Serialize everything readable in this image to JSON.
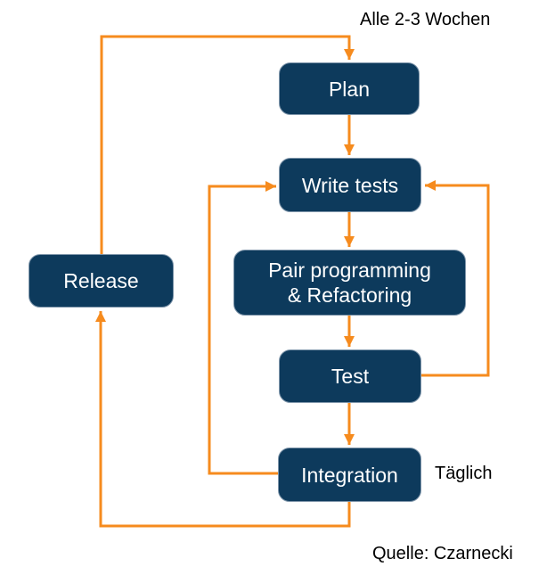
{
  "diagram": {
    "boxes": {
      "plan": {
        "label": "Plan"
      },
      "write_tests": {
        "label": "Write tests"
      },
      "pair_programming": {
        "line1": "Pair programming",
        "line2": "& Refactoring"
      },
      "test": {
        "label": "Test"
      },
      "integration": {
        "label": "Integration"
      },
      "release": {
        "label": "Release"
      }
    },
    "annotations": {
      "cycle": "Alle 2-3 Wochen",
      "daily": "Täglich",
      "source": "Quelle: Czarnecki"
    },
    "edges": [
      {
        "from": "plan",
        "to": "write_tests"
      },
      {
        "from": "write_tests",
        "to": "pair_programming"
      },
      {
        "from": "pair_programming",
        "to": "test"
      },
      {
        "from": "test",
        "to": "integration"
      },
      {
        "from": "integration",
        "to": "write_tests"
      },
      {
        "from": "test",
        "to": "write_tests"
      },
      {
        "from": "integration",
        "to": "release"
      },
      {
        "from": "release",
        "to": "plan"
      }
    ],
    "colors": {
      "box_fill": "#0d3a5c",
      "arrow": "#f68b1e",
      "box_text": "#ffffff",
      "annotation_text": "#000000"
    }
  }
}
